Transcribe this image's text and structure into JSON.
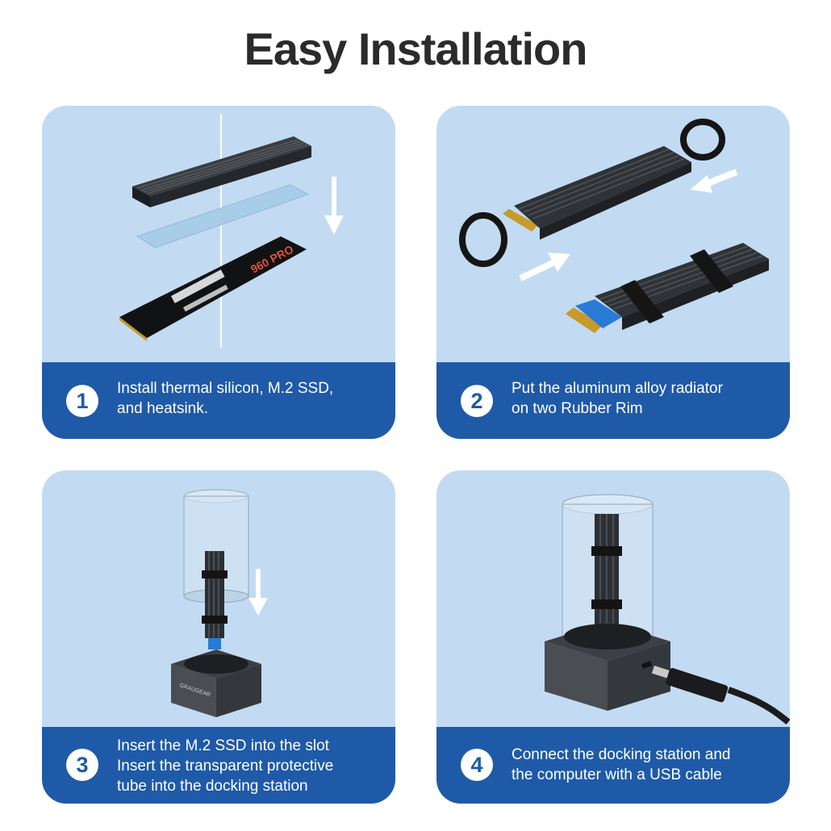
{
  "title": "Easy Installation",
  "colors": {
    "card_bg": "#c2dbf2",
    "banner": "#1f5aa8",
    "title": "#2b2b2b",
    "heatsink": "#2a2d31"
  },
  "steps": [
    {
      "number": "1",
      "lines": [
        "Install thermal silicon, M.2 SSD,",
        "and heatsink."
      ]
    },
    {
      "number": "2",
      "lines": [
        "Put the aluminum alloy radiator",
        "on two Rubber Rim"
      ]
    },
    {
      "number": "3",
      "lines": [
        "Insert the M.2 SSD into the slot",
        "Insert the transparent protective",
        "tube into the docking station"
      ]
    },
    {
      "number": "4",
      "lines": [
        "Connect the docking station and",
        "the computer with a USB cable"
      ]
    }
  ],
  "illustrations": {
    "ssd_label": "960 PRO",
    "dock_brand": "GRAUGEAR"
  }
}
